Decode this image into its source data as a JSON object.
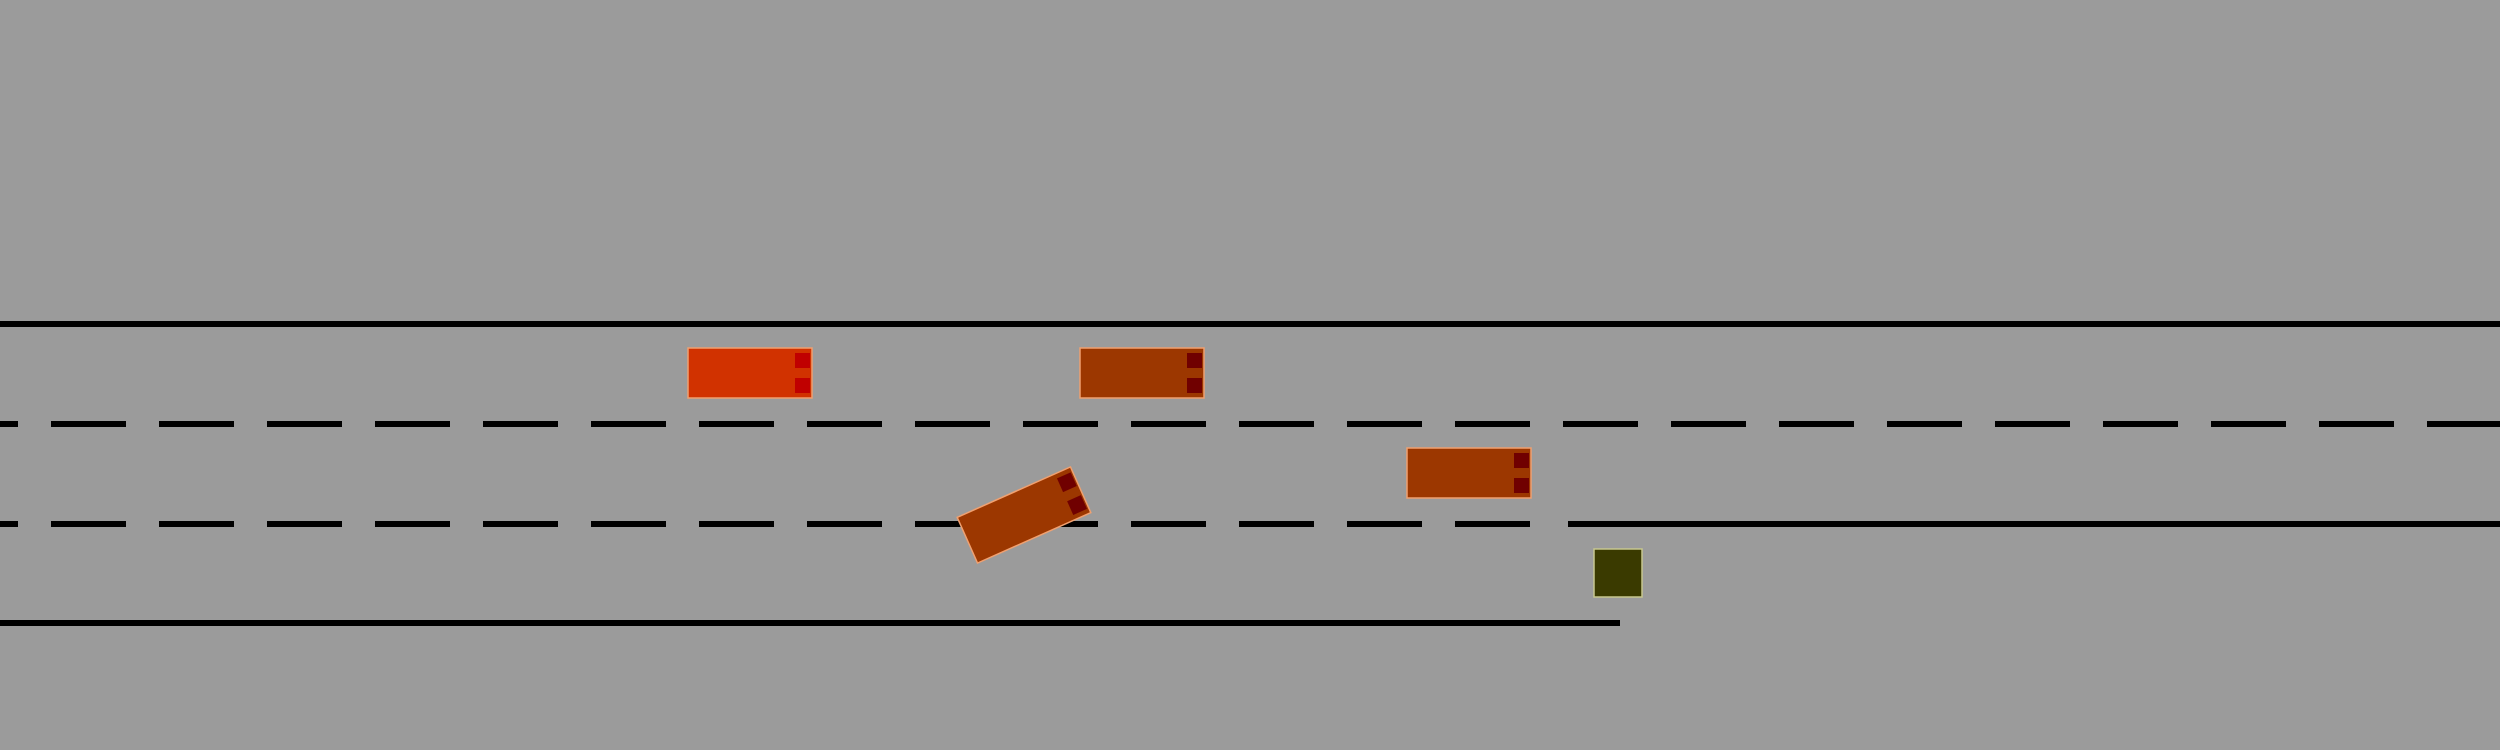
{
  "environment": {
    "name": "highway-merge",
    "lane_count_main": 2,
    "has_merge_lane": true
  },
  "colors": {
    "background": "#9b9b9b",
    "lane_line": "#000000",
    "ego_vehicle": "#d13200",
    "other_vehicle": "#9c3700",
    "vehicle_outline": "#f0a070",
    "light_ego": "#c00000",
    "light_other": "#700000",
    "obstacle": "#3a3a00",
    "obstacle_outline": "#c8c890"
  },
  "vehicles": [
    {
      "id": "ego",
      "role": "ego",
      "heading_deg": 0
    },
    {
      "id": "car-1",
      "role": "other",
      "heading_deg": 0
    },
    {
      "id": "car-2",
      "role": "other",
      "heading_deg": 0
    },
    {
      "id": "car-3",
      "role": "other",
      "heading_deg": -24
    }
  ],
  "obstacle": {
    "id": "obstacle-1",
    "kind": "static"
  }
}
